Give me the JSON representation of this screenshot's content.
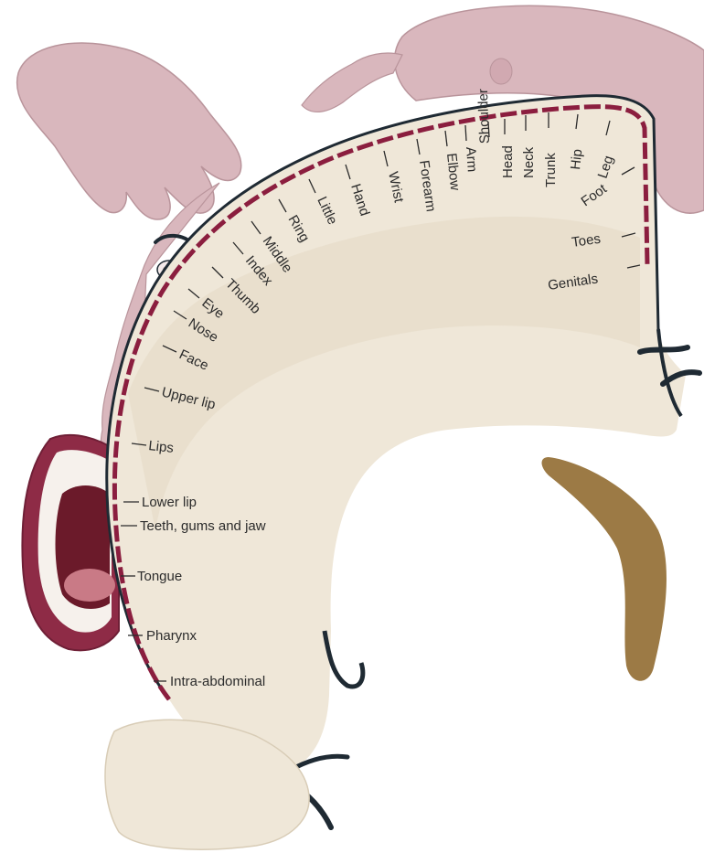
{
  "diagram": {
    "labels": [
      {
        "id": "intra-abdominal",
        "text": "Intra-abdominal"
      },
      {
        "id": "pharynx",
        "text": "Pharynx"
      },
      {
        "id": "tongue",
        "text": "Tongue"
      },
      {
        "id": "teeth-gums-jaw",
        "text": "Teeth, gums and jaw"
      },
      {
        "id": "lower-lip",
        "text": "Lower lip"
      },
      {
        "id": "lips",
        "text": "Lips"
      },
      {
        "id": "upper-lip",
        "text": "Upper lip"
      },
      {
        "id": "face",
        "text": "Face"
      },
      {
        "id": "nose",
        "text": "Nose"
      },
      {
        "id": "eye",
        "text": "Eye"
      },
      {
        "id": "thumb",
        "text": "Thumb"
      },
      {
        "id": "index",
        "text": "Index"
      },
      {
        "id": "middle",
        "text": "Middle"
      },
      {
        "id": "ring",
        "text": "Ring"
      },
      {
        "id": "little",
        "text": "Little"
      },
      {
        "id": "hand",
        "text": "Hand"
      },
      {
        "id": "wrist",
        "text": "Wrist"
      },
      {
        "id": "forearm",
        "text": "Forearm"
      },
      {
        "id": "elbow",
        "text": "Elbow"
      },
      {
        "id": "arm",
        "text": "Arm"
      },
      {
        "id": "shoulder",
        "text": "Shoulder"
      },
      {
        "id": "head",
        "text": "Head"
      },
      {
        "id": "neck",
        "text": "Neck"
      },
      {
        "id": "trunk",
        "text": "Trunk"
      },
      {
        "id": "hip",
        "text": "Hip"
      },
      {
        "id": "leg",
        "text": "Leg"
      },
      {
        "id": "foot",
        "text": "Foot"
      },
      {
        "id": "toes",
        "text": "Toes"
      },
      {
        "id": "genitals",
        "text": "Genitals"
      }
    ],
    "colors": {
      "cortex": "#efe7d8",
      "cortex_shade": "#e3d9c4",
      "outline": "#1f2a33",
      "strip": "#8b1e3f",
      "skin": "#d9b7bd",
      "skin_shade": "#c99ea6",
      "lip": "#8e2b46",
      "ventricle": "#9c7a45"
    }
  }
}
